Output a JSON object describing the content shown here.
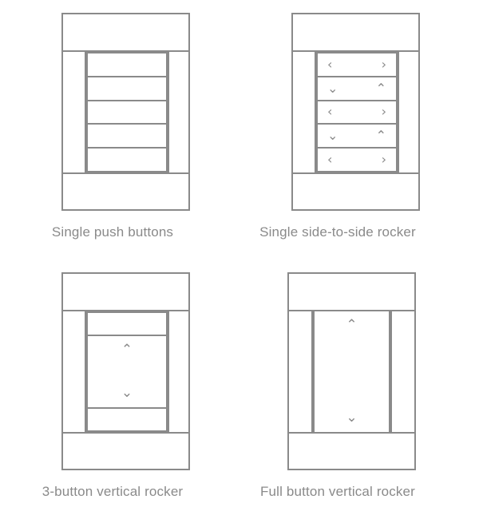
{
  "page": {
    "background_color": "#ffffff",
    "stroke_color": "#8a8a8a",
    "text_color": "#8a8a8a"
  },
  "diagrams": [
    {
      "id": "single-push-buttons",
      "caption": "Single push buttons",
      "layout": "five-stacked-buttons",
      "button_count": 5,
      "buttons": [
        {
          "glyph_left": "",
          "glyph_right": ""
        },
        {
          "glyph_left": "",
          "glyph_right": ""
        },
        {
          "glyph_left": "",
          "glyph_right": ""
        },
        {
          "glyph_left": "",
          "glyph_right": ""
        },
        {
          "glyph_left": "",
          "glyph_right": ""
        }
      ]
    },
    {
      "id": "single-side-to-side-rocker",
      "caption": "Single side-to-side rocker",
      "layout": "five-stacked-rockers",
      "button_count": 5,
      "buttons": [
        {
          "glyph_left": "‹",
          "glyph_right": "›",
          "names": [
            "chevron-left-icon",
            "chevron-right-icon"
          ]
        },
        {
          "glyph_left": "⌄",
          "glyph_right": "⌃",
          "names": [
            "chevron-down-icon",
            "chevron-up-icon"
          ]
        },
        {
          "glyph_left": "‹",
          "glyph_right": "›",
          "names": [
            "chevron-left-icon",
            "chevron-right-icon"
          ]
        },
        {
          "glyph_left": "⌄",
          "glyph_right": "⌃",
          "names": [
            "chevron-down-icon",
            "chevron-up-icon"
          ]
        },
        {
          "glyph_left": "‹",
          "glyph_right": "›",
          "names": [
            "chevron-left-icon",
            "chevron-right-icon"
          ]
        }
      ]
    },
    {
      "id": "3-button-vertical-rocker",
      "caption": "3-button vertical rocker",
      "layout": "top-rocker-bottom",
      "button_count": 3,
      "buttons": [
        {
          "role": "top",
          "glyph_up": "",
          "glyph_down": ""
        },
        {
          "role": "rocker",
          "glyph_up": "⌃",
          "glyph_down": "⌄"
        },
        {
          "role": "bottom",
          "glyph_up": "",
          "glyph_down": ""
        }
      ]
    },
    {
      "id": "full-button-vertical-rocker",
      "caption": "Full button vertical rocker",
      "layout": "full-height-rocker",
      "button_count": 1,
      "buttons": [
        {
          "role": "rocker",
          "glyph_up": "⌃",
          "glyph_down": "⌄"
        }
      ]
    }
  ]
}
